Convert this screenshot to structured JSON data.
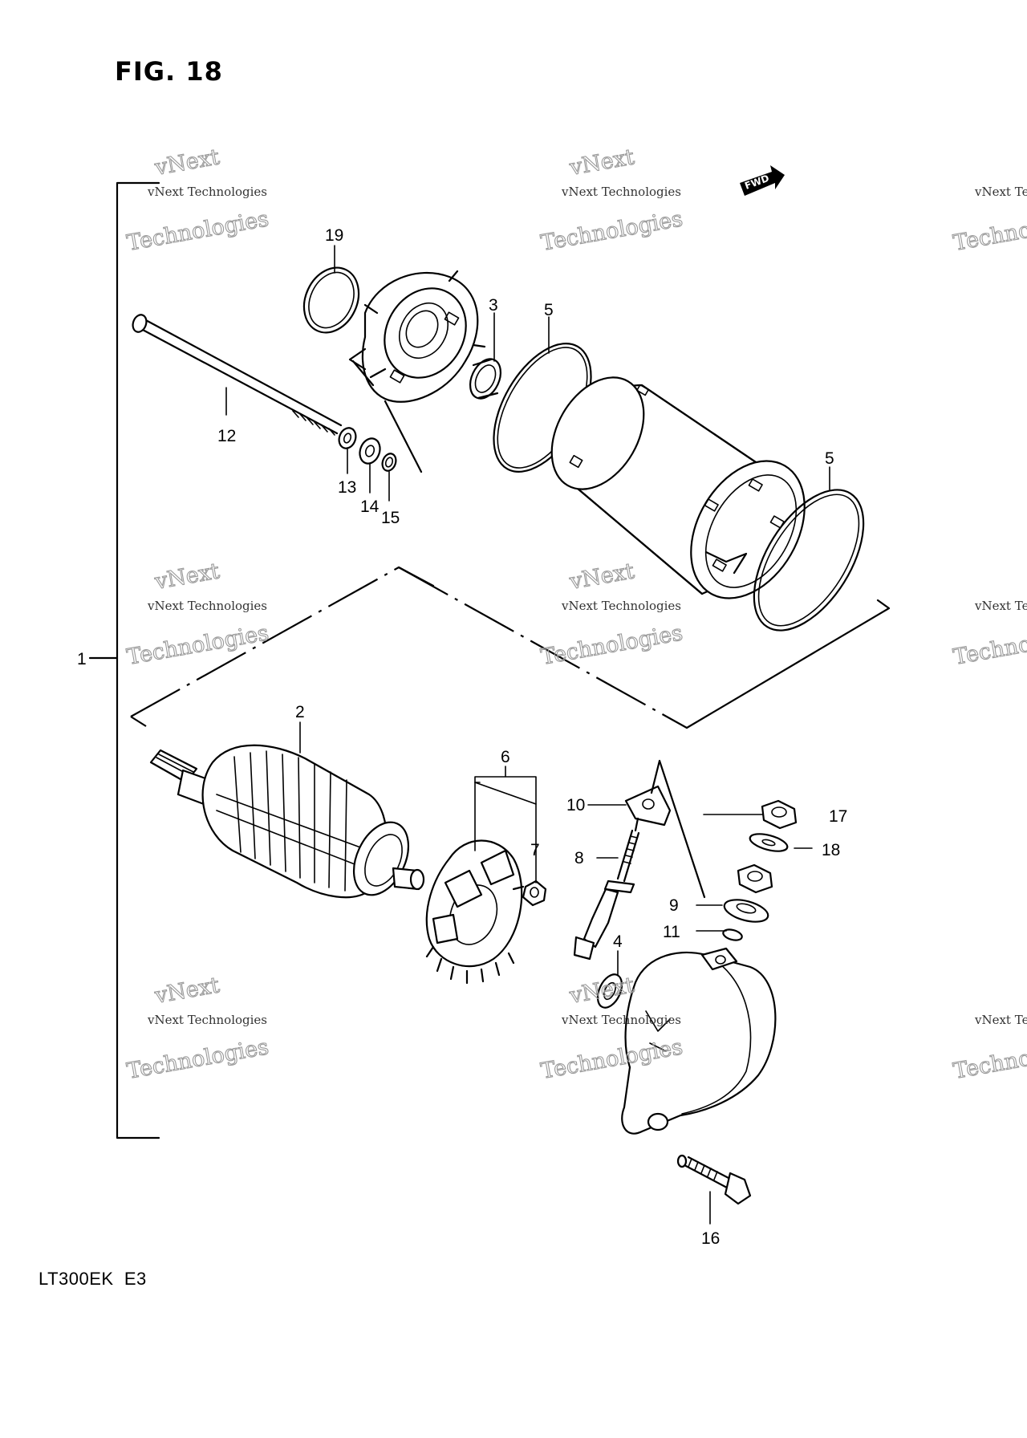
{
  "figure": {
    "title": "FIG. 18",
    "model_code": "LT300EK  E3"
  },
  "direction_badge": "FWD",
  "watermark": {
    "line1": "vNext Technologies",
    "line2": "vNext",
    "line3": "Technologies"
  },
  "callouts": {
    "c1": "1",
    "c2": "2",
    "c3": "3",
    "c4": "4",
    "c5a": "5",
    "c5b": "5",
    "c6": "6",
    "c7": "7",
    "c8": "8",
    "c9": "9",
    "c10": "10",
    "c11": "11",
    "c12": "12",
    "c13": "13",
    "c14": "14",
    "c15": "15",
    "c16": "16",
    "c17": "17",
    "c18": "18",
    "c19": "19"
  }
}
